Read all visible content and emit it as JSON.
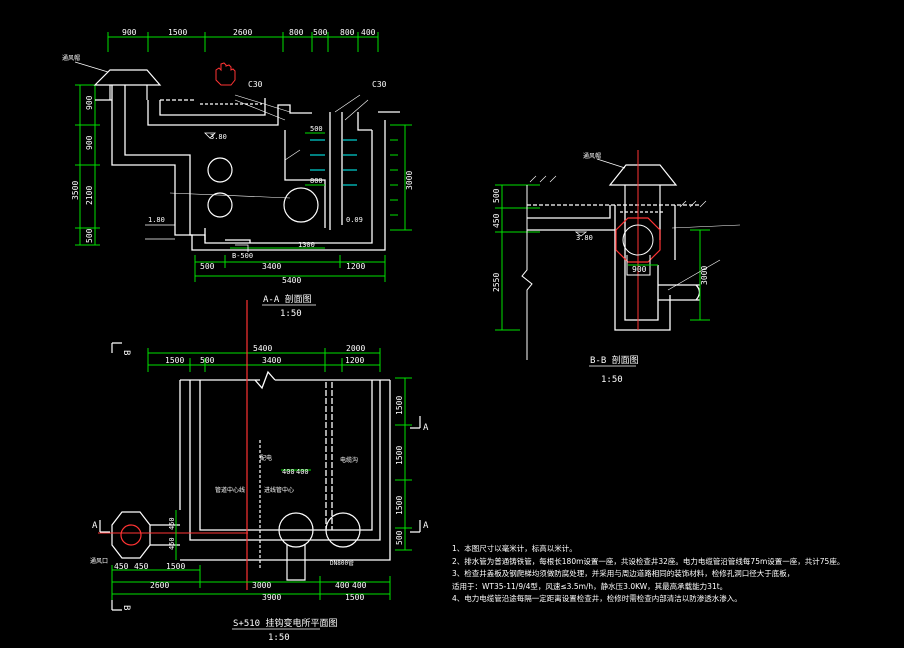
{
  "colors": {
    "background": "#000000",
    "wall": "#ffffff",
    "dimension": "#00e000",
    "label": "#ffffff",
    "annotation": "#ffff00",
    "section_line": "#ff3333",
    "detail": "#00ffff"
  },
  "section_aa": {
    "top_dims": [
      "900",
      "1500",
      "2600",
      "800",
      "500",
      "800",
      "400"
    ],
    "side_dims_left": [
      "900",
      "900",
      "2100",
      "3500",
      "500"
    ],
    "side_dims_right": [
      "3000"
    ],
    "bottom_dims_row1": [
      "500",
      "3400",
      "1200"
    ],
    "bottom_dims_total": "5400",
    "inner_dim_1300": "1300",
    "inner_dim_800": "800",
    "inner_dim_500": "500",
    "levels": [
      "3.80",
      "1.80",
      "0.09"
    ],
    "notes_c30": [
      "C30",
      "C30"
    ],
    "b500": "B-500",
    "title": "A-A 剖面图",
    "scale": "1:50"
  },
  "section_bb": {
    "side_dims_left": [
      "500",
      "450",
      "2550"
    ],
    "side_dims_right": [
      "3000"
    ],
    "dim_900": "900",
    "level": "3.80",
    "title": "B-B 剖面图",
    "scale": "1:50"
  },
  "plan": {
    "top_dims_row1": [
      "5400",
      "2000"
    ],
    "top_dims_row2": [
      "1500",
      "500",
      "3400",
      "1200"
    ],
    "right_dims": [
      "1500",
      "1500",
      "1500",
      "500"
    ],
    "left_dims": [
      "450",
      "450"
    ],
    "bottom_dims_row1": [
      "450",
      "450",
      "1500"
    ],
    "bottom_dims_row2": [
      "2600",
      "3000",
      "400",
      "400"
    ],
    "bottom_dims_total": [
      "3900",
      "1500"
    ],
    "inner_dims": [
      "400",
      "400"
    ],
    "cut_marks": [
      "A",
      "A",
      "B",
      "B"
    ],
    "title": "S+510 挂钩变电所平面图",
    "scale": "1:50"
  },
  "notes": [
    "1、本图尺寸以毫米计，标高以米计。",
    "2、排水管为普通铸铁管，每根长180m设置一座，共设检查井32座。电力电缆管沿管线每75m设置一座，共计75座。",
    "3、检查井盖板及钢爬梯均须做防腐处理，并采用与周边道路相同的装饰材料，检修孔洞口径大于底板，",
    "     适用于：WT35-11/9/4型，风速≤3.5m/h，静水压3.0KW，其最高承载能力31t。",
    "4、电力电缆管沿途每隔一定距离设置检查井，检修时需检查内部清洁以防渗透水渗入。"
  ]
}
